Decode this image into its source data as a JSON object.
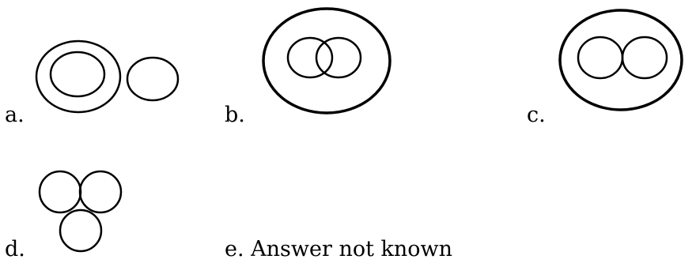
{
  "options": [
    {
      "label": "a."
    },
    {
      "label": "b."
    },
    {
      "label": "c."
    },
    {
      "label": "d."
    },
    {
      "label": "e. Answer not known"
    }
  ],
  "colors": {
    "stroke": "#000000",
    "background": "#ffffff"
  }
}
